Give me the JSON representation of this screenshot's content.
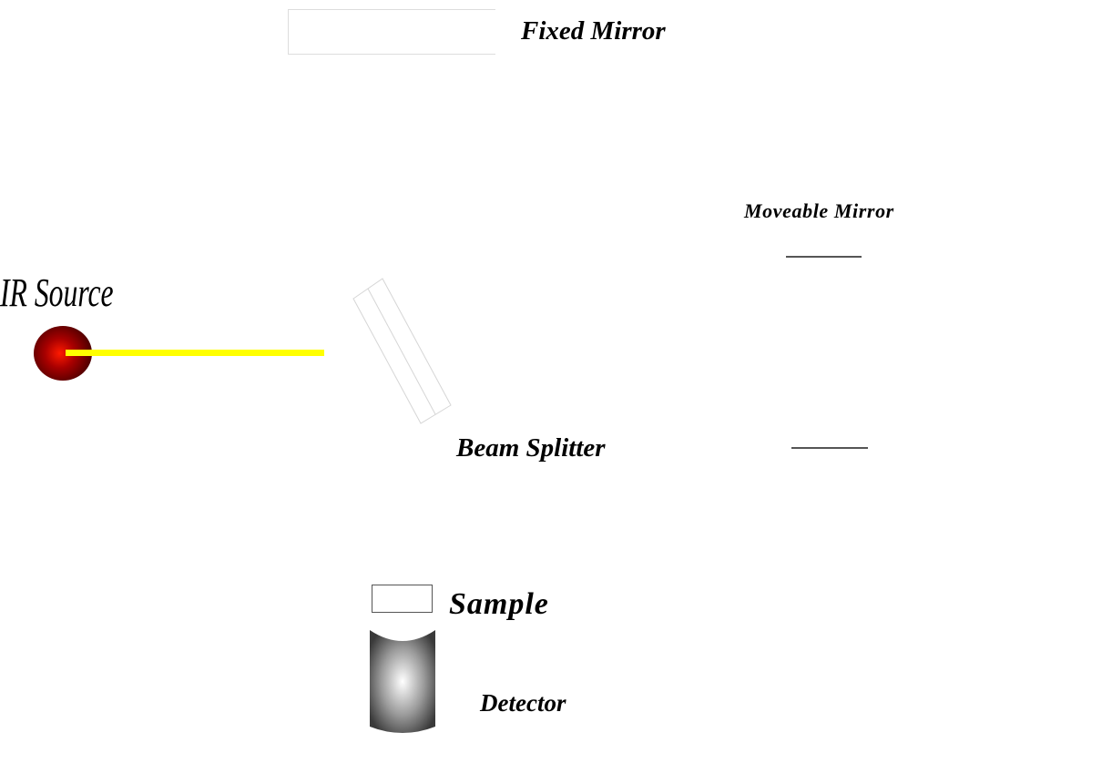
{
  "diagram": {
    "labels": {
      "fixed_mirror": "Fixed Mirror",
      "moveable_mirror": "Moveable Mirror",
      "ir_source": "IR Source",
      "beam_splitter": "Beam Splitter",
      "sample": "Sample",
      "detector": "Detector"
    },
    "colors": {
      "beam": "#ffff00",
      "ir_source_core": "#ff1a00",
      "ir_source_edge": "#1a0000",
      "detector_light": "#ffffff",
      "detector_dark": "#3a3a3a",
      "outline": "#555555"
    }
  }
}
